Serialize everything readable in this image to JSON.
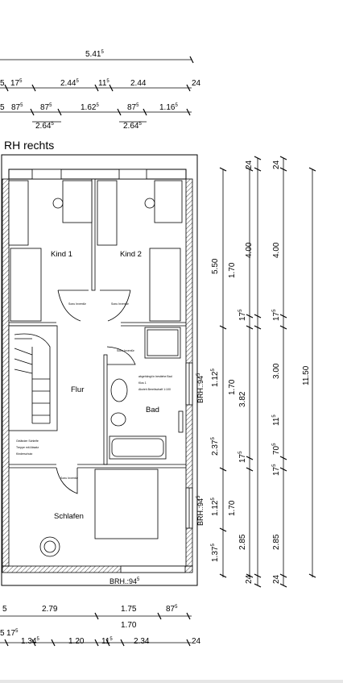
{
  "plan_title": "RH rechts",
  "rooms": {
    "kind1": "Kind 1",
    "kind2": "Kind 2",
    "flur": "Flur",
    "bad": "Bad",
    "schlafen": "Schlafen"
  },
  "door_notes": {
    "kind1": "Sonu Inventür",
    "kind2": "Sonu Inventür",
    "flur": "Sonu Inventür",
    "schlafen": "Sonu Inventür",
    "bad_note": "abgehängt in bestiehe Bad",
    "bad_note2": "Klos 1",
    "bad_note3": "Abzieh Bereitschaft 1:100",
    "stair_note1": "Geländer Schleife",
    "stair_note2": "Treppe mit Absatz",
    "stair_note3": "Kinderschutz"
  },
  "brh": {
    "right_upper": "BRH.:94",
    "right_upper_sup": "5",
    "right_lower": "BRH.:94",
    "right_lower_sup": "5",
    "bottom": "BRH.:94",
    "bottom_sup": "5"
  },
  "dims_top": {
    "row1": [
      {
        "v": "5.41",
        "s": "5"
      }
    ],
    "row2": [
      {
        "v": "5",
        "s": ""
      },
      {
        "v": "17",
        "s": "5"
      },
      {
        "v": "2.44",
        "s": "5"
      },
      {
        "v": "11",
        "s": "5"
      },
      {
        "v": "2.44",
        "s": ""
      },
      {
        "v": "24",
        "s": ""
      }
    ],
    "row3": [
      {
        "v": "5",
        "s": ""
      },
      {
        "v": "87",
        "s": "5"
      },
      {
        "v": "87",
        "s": "5"
      },
      {
        "v": "1.62",
        "s": "5"
      },
      {
        "v": "87",
        "s": "5"
      },
      {
        "v": "1.16",
        "s": "5"
      }
    ],
    "row4": [
      {
        "v": "2.64",
        "s": "5"
      },
      {
        "v": "2.64",
        "s": "5"
      }
    ]
  },
  "dims_bottom": {
    "row1": [
      {
        "v": "5",
        "s": ""
      },
      {
        "v": "2.79",
        "s": ""
      },
      {
        "v": "1.75",
        "s": ""
      },
      {
        "v": "87",
        "s": "5"
      }
    ],
    "row2": [
      {
        "v": "1.70",
        "s": ""
      }
    ],
    "row3": [
      {
        "v": "5",
        "s": ""
      },
      {
        "v": "17",
        "s": "5"
      },
      {
        "v": "1.34",
        "s": "5"
      },
      {
        "v": "1.20",
        "s": ""
      },
      {
        "v": "11",
        "s": "5"
      },
      {
        "v": "2.34",
        "s": ""
      },
      {
        "v": "24",
        "s": ""
      }
    ]
  },
  "dims_right": {
    "col1": [
      {
        "v": "5.50",
        "s": ""
      },
      {
        "v": "2.37",
        "s": "5"
      },
      {
        "v": "1.12",
        "s": "5"
      },
      {
        "v": "1.37",
        "s": "5"
      }
    ],
    "col1b": [
      {
        "v": "1.12",
        "s": "5"
      }
    ],
    "col2": [
      {
        "v": "1.70",
        "s": ""
      },
      {
        "v": "17",
        "s": "5"
      },
      {
        "v": "1.70",
        "s": ""
      },
      {
        "v": "3.82",
        "s": ""
      },
      {
        "v": "17",
        "s": "5"
      },
      {
        "v": "1.70",
        "s": ""
      },
      {
        "v": "2.85",
        "s": ""
      }
    ],
    "col3": [
      {
        "v": "24",
        "s": ""
      },
      {
        "v": "4.00",
        "s": ""
      },
      {
        "v": "17",
        "s": "5"
      },
      {
        "v": "3.00",
        "s": ""
      },
      {
        "v": "11",
        "s": "5"
      },
      {
        "v": "70",
        "s": "5"
      },
      {
        "v": "17",
        "s": "5"
      },
      {
        "v": "2.85",
        "s": ""
      },
      {
        "v": "24",
        "s": ""
      }
    ],
    "col4": [
      {
        "v": "24",
        "s": ""
      },
      {
        "v": "4.00",
        "s": ""
      },
      {
        "v": "17",
        "s": "5"
      },
      {
        "v": "11.50",
        "s": ""
      },
      {
        "v": "24",
        "s": ""
      }
    ]
  }
}
